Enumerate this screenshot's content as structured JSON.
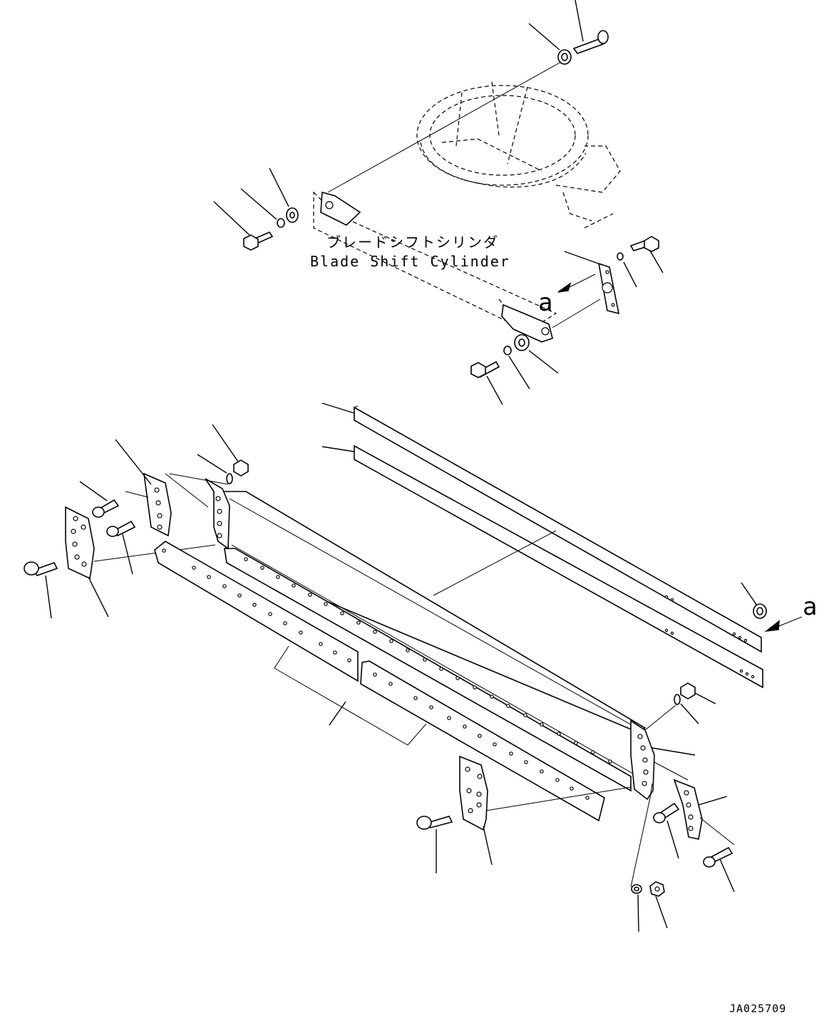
{
  "labels": {
    "cylinder_jp": "ブレードシフトシリンダ",
    "cylinder_en": "Blade Shift Cylinder",
    "ref_a_left": "a",
    "ref_a_right": "a",
    "drawing_id": "JA025709"
  }
}
